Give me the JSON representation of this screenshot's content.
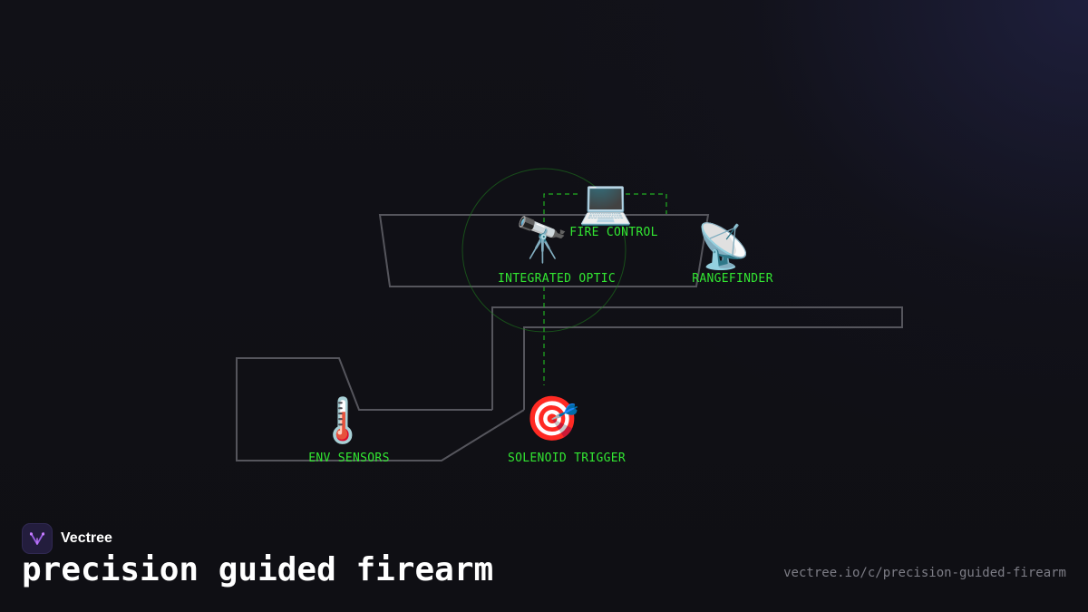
{
  "diagram": {
    "nodes": [
      {
        "id": "fire-control",
        "icon": "laptop-icon",
        "glyph": "💻",
        "label": "FIRE CONTROL"
      },
      {
        "id": "integrated-optic",
        "icon": "telescope-icon",
        "glyph": "🔭",
        "label": "INTEGRATED OPTIC"
      },
      {
        "id": "rangefinder",
        "icon": "satellite-dish-icon",
        "glyph": "📡",
        "label": "RANGEFINDER"
      },
      {
        "id": "env-sensors",
        "icon": "thermometer-icon",
        "glyph": "🌡️",
        "label": "ENV SENSORS"
      },
      {
        "id": "solenoid-trigger",
        "icon": "target-icon",
        "glyph": "🎯",
        "label": "SOLENOID TRIGGER"
      }
    ],
    "connections": [
      {
        "from": "integrated-optic",
        "to": "fire-control",
        "style": "dashed"
      },
      {
        "from": "fire-control",
        "to": "rangefinder",
        "style": "dashed"
      },
      {
        "from": "integrated-optic",
        "to": "solenoid-trigger",
        "style": "dashed"
      }
    ],
    "colors": {
      "label": "#32e632",
      "connector": "#22b022",
      "outline": "#55555c"
    }
  },
  "footer": {
    "brand_name": "Vectree",
    "title": "precision guided firearm",
    "url": "vectree.io/c/precision-guided-firearm"
  }
}
